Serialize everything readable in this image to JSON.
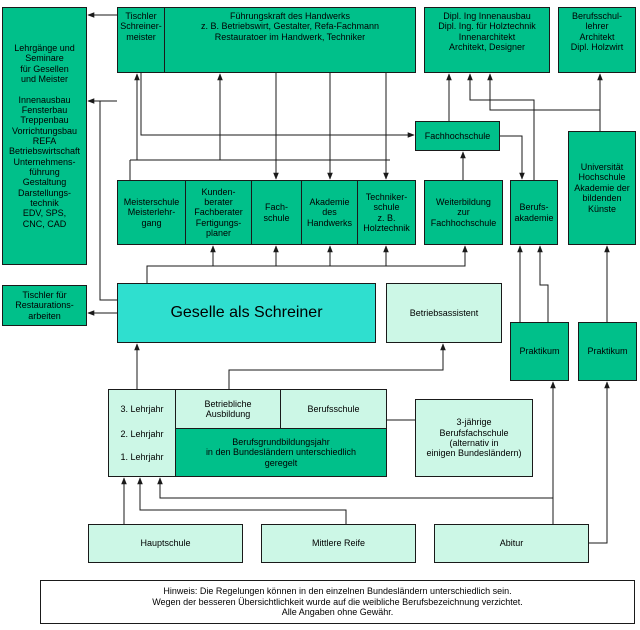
{
  "boxes": {
    "lehrgaenge": "Lehrgänge und\nSeminare\nfür Gesellen\nund Meister\n\nInnenausbau\nFensterbau\nTreppenbau\nVorrichtungsbau\nREFA\nBetriebswirtschaft\nUnternehmens-\nführung\nGestaltung\nDarstellungs-\ntechnik\nEDV, SPS,\nCNC, CAD",
    "tischler_restauration": "Tischler für\nRestaurations-\narbeiten",
    "tischlermeister": "Tischler\nSchreiner-\nmeister",
    "fuehrungskraft": "Führungskraft des Handwerks\nz. B. Betriebswirt, Gestalter, Refa-Fachmann\nRestauratoer im Handwerk, Techniker",
    "innenarchitekt": "Dipl. Ing Innenausbau\nDipl. Ing. für Holztechnik\nInnenarchitekt\nArchitekt, Designer",
    "berufsschullehrer": "Berufsschul-\nlehrer\nArchitekt\nDipl. Holzwirt",
    "fachhochschule": "Fachhochschule",
    "universitaet": "Universität\nHochschule\nAkademie der\nbildenden\nKünste",
    "meisterschule": "Meisterschule\nMeisterlehr-\ngang",
    "kundenberater": "Kunden-\nberater\nFachberater\nFertigungs-\nplaner",
    "fachschule": "Fach-\nschule",
    "akademie_handwerk": "Akademie\ndes\nHandwerks",
    "technikerschule": "Techniker-\nschule\nz. B.\nHolztechnik",
    "weiterbildung_fh": "Weiterbildung\nzur\nFachhochschule",
    "berufsakademie": "Berufs-\nakademie",
    "geselle": "Geselle als Schreiner",
    "betriebsassistent": "Betriebsassistent",
    "praktikum_1": "Praktikum",
    "praktikum_2": "Praktikum",
    "lehrjahr_3": "3. Lehrjahr",
    "lehrjahr_2": "2. Lehrjahr",
    "lehrjahr_1": "1. Lehrjahr",
    "betriebliche_ausbildung": "Betriebliche\nAusbildung",
    "berufsschule": "Berufsschule",
    "berufsgrundbildungsjahr": "Berufsgrundbildungsjahr\nin den Bundesländern unterschiedlich\ngeregelt",
    "berufsfachschule": "3-jährige\nBerufsfachschule\n(alternativ in\neinigen Bundesländern)",
    "hauptschule": "Hauptschule",
    "mittlere_reife": "Mittlere Reife",
    "abitur": "Abitur"
  },
  "note": "Hinweis: Die Regelungen können in den einzelnen Bundesländern unterschiedlich sein.\nWegen der besseren Übersichtlichkeit wurde auf die weibliche Berufsbezeichnung verzichtet.\nAlle Angaben ohne Gewähr.",
  "colors": {
    "dark_green": "#00c08a",
    "light_green": "#ccf7e6",
    "cyan": "#2fdfcf",
    "line": "#1a1a1a"
  }
}
